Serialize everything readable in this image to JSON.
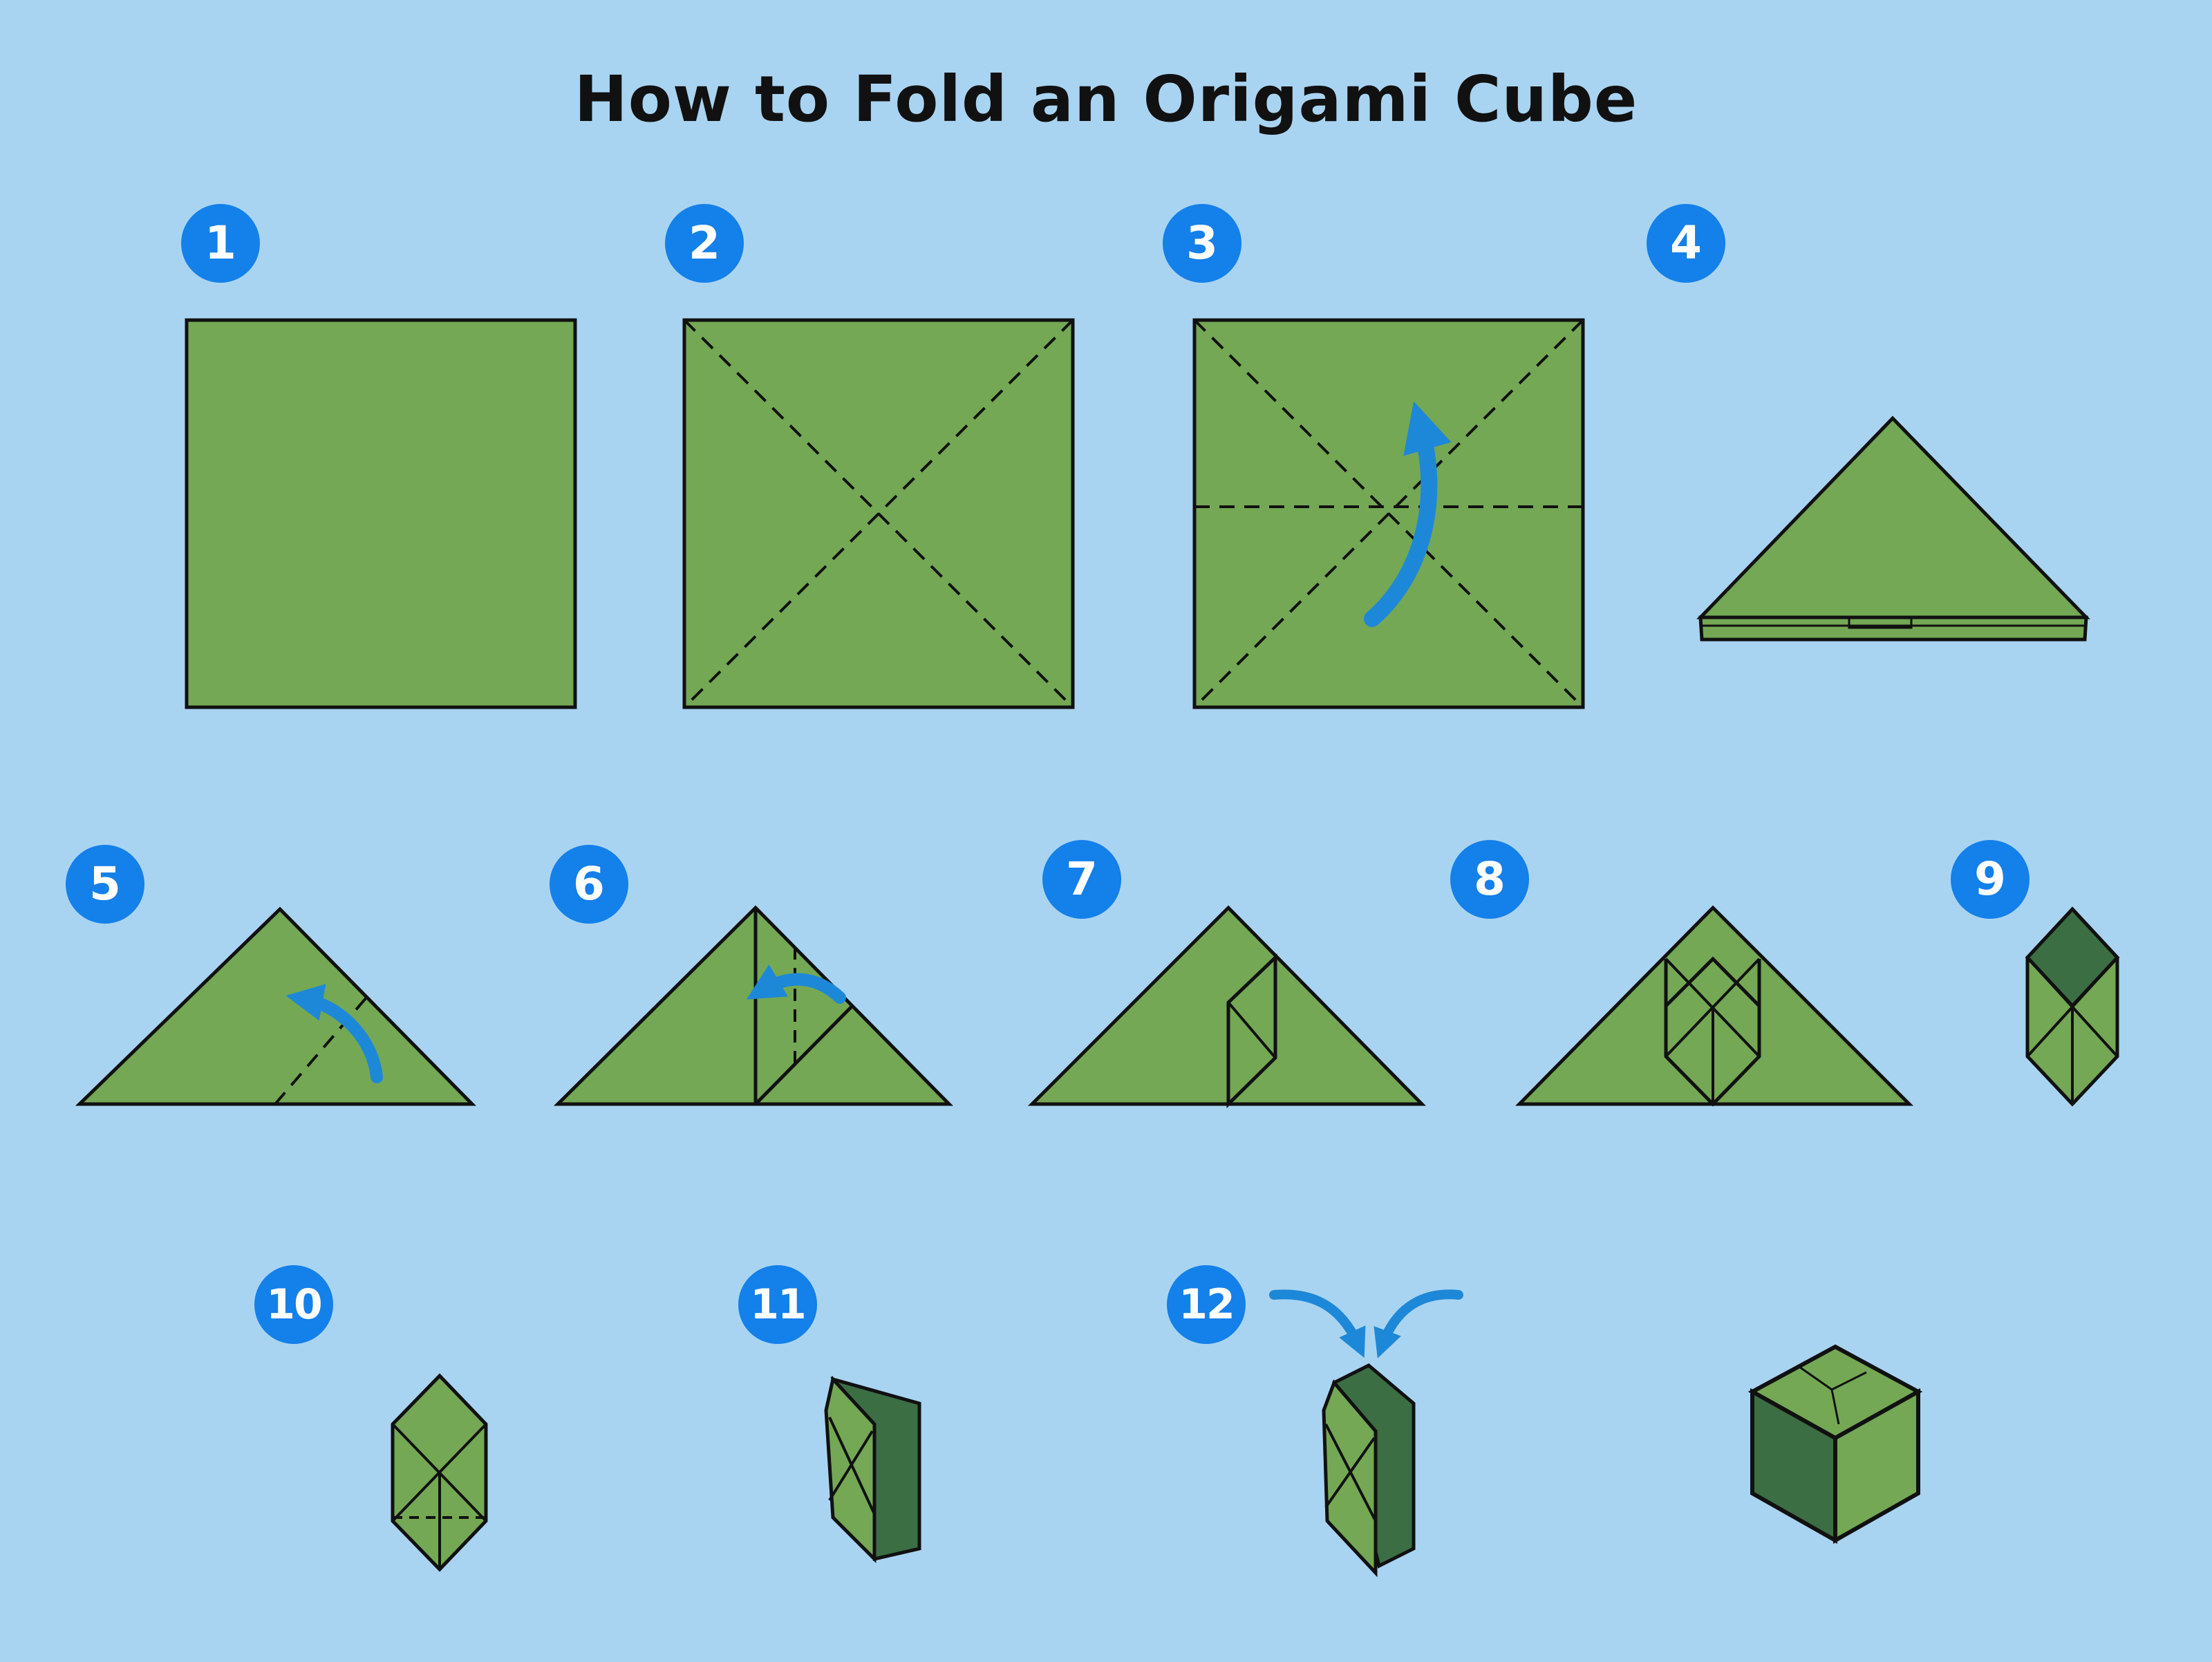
{
  "title": "How to Fold an Origami Cube",
  "colors": {
    "background": "#a9d4f1",
    "paper": "#74a854",
    "paper_dark": "#3c6e44",
    "line": "#111111",
    "badge": "#1480ea",
    "arrow": "#1e88d8"
  },
  "steps": [
    {
      "label": "1"
    },
    {
      "label": "2"
    },
    {
      "label": "3"
    },
    {
      "label": "4"
    },
    {
      "label": "5"
    },
    {
      "label": "6"
    },
    {
      "label": "7"
    },
    {
      "label": "8"
    },
    {
      "label": "9"
    },
    {
      "label": "10"
    },
    {
      "label": "11"
    },
    {
      "label": "12"
    }
  ]
}
